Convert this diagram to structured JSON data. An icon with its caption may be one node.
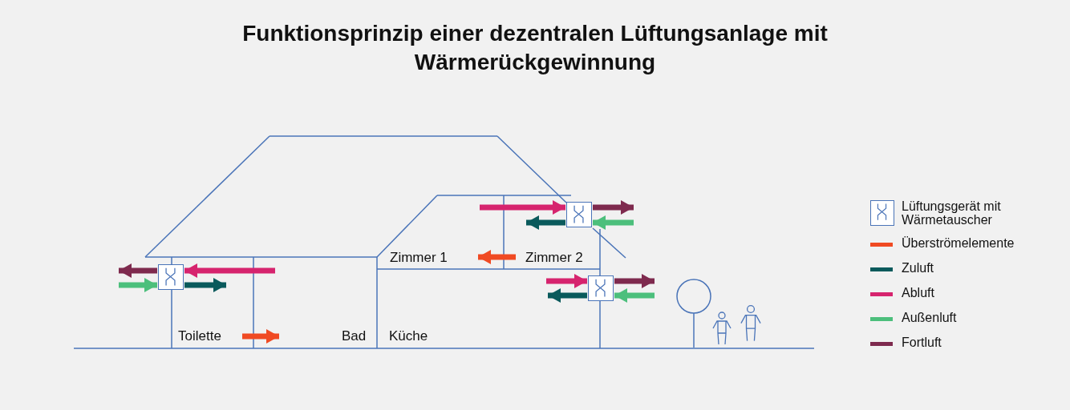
{
  "diagram": {
    "title": "Funktionsprinzip einer dezentralen Lüftungsanlage mit Wärmerückgewinnung",
    "nodes": [
      {
        "text": [],
        "shape": "box"
      },
      {
        "text": [],
        "shape": "box"
      },
      {
        "text": [],
        "shape": "box"
      }
    ],
    "edges": [
      {
        "from": 0,
        "to": null,
        "arrow": "to",
        "color": "#7e2a4e"
      },
      {
        "from": null,
        "to": 0,
        "arrow": "to",
        "color": "#d6246e"
      },
      {
        "from": null,
        "to": 0,
        "arrow": "to",
        "color": "#4cbf7c"
      },
      {
        "from": 0,
        "to": null,
        "arrow": "to",
        "color": "#0a5a5c"
      },
      {
        "from": null,
        "to": 1,
        "arrow": "to",
        "color": "#d6246e"
      },
      {
        "from": 1,
        "to": null,
        "arrow": "to",
        "color": "#7e2a4e"
      },
      {
        "from": 1,
        "to": null,
        "arrow": "to",
        "color": "#0a5a5c"
      },
      {
        "from": null,
        "to": 1,
        "arrow": "to",
        "color": "#4cbf7c"
      },
      {
        "from": null,
        "to": 2,
        "arrow": "to",
        "color": "#d6246e"
      },
      {
        "from": 2,
        "to": null,
        "arrow": "to",
        "color": "#7e2a4e"
      },
      {
        "from": 2,
        "to": null,
        "arrow": "to",
        "color": "#0a5a5c"
      },
      {
        "from": null,
        "to": 2,
        "arrow": "to",
        "color": "#4cbf7c"
      }
    ],
    "labels": [
      "Zimmer 1",
      "Zimmer 2",
      "Toilette",
      "Bad",
      "Küche"
    ],
    "legend": [
      {
        "text": "Lüftungsgerät mit Wärmetauscher"
      },
      {
        "text": "Überströmelemente",
        "color": "#f04a23"
      },
      {
        "text": "Zuluft",
        "color": "#0a5a5c"
      },
      {
        "text": "Abluft",
        "color": "#d6246e"
      },
      {
        "text": "Außenluft",
        "color": "#4cbf7c"
      },
      {
        "text": "Fortluft",
        "color": "#7e2a4e"
      }
    ]
  }
}
